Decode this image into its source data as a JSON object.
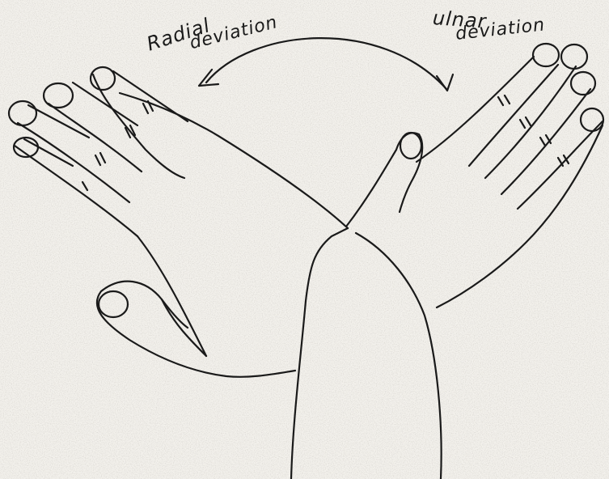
{
  "labels": {
    "radial": {
      "line1": "Radial",
      "line2": "deviation"
    },
    "ulnar": {
      "line1": "ulnar",
      "line2": "deviation"
    }
  },
  "colors": {
    "ink": "#1a1a1a",
    "paper": "#f3f1ec",
    "speckle": "#b9b5ad"
  },
  "icons": {
    "arrow": "curved-double-arrow",
    "left_hand": "hand-radial-deviation-icon",
    "right_hand": "hand-ulnar-deviation-icon"
  }
}
